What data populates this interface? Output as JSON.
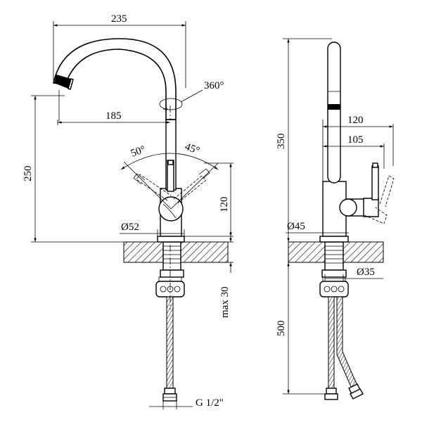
{
  "drawing": {
    "front_view": {
      "width_total": "235",
      "spout_reach": "185",
      "height_250": "250",
      "rotation": "360°",
      "angle_left": "50°",
      "angle_right": "45°",
      "lever_height": "120",
      "base_diameter": "Ø52",
      "max_thickness": "max 30",
      "thread": "G 1/2\""
    },
    "side_view": {
      "height_350": "350",
      "depth_120": "120",
      "depth_105": "105",
      "body_diameter": "Ø45",
      "shank_diameter": "Ø35",
      "hose_length": "500"
    }
  }
}
